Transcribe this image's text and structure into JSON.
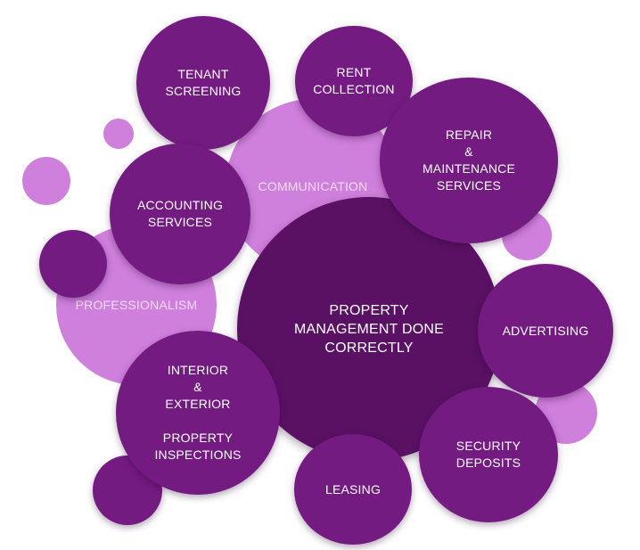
{
  "diagram": {
    "center": "PROPERTY\nMANAGEMENT DONE\nCORRECTLY",
    "communication": "COMMUNICATION",
    "professionalism": "PROFESSIONALISM",
    "tenant_screening": "TENANT SCREENING",
    "rent_collection": "RENT\nCOLLECTION",
    "repair_maintenance": "REPAIR\n&\nMAINTENANCE\nSERVICES",
    "accounting": "ACCOUNTING\nSERVICES",
    "advertising": "ADVERTISING",
    "inspections": "INTERIOR\n&\nEXTERIOR\n\nPROPERTY\nINSPECTIONS",
    "leasing": "LEASING",
    "security_deposits": "SECURITY\nDEPOSITS"
  },
  "colors": {
    "light_bubble": "#cf7fdc",
    "dark_bubble": "#731b81",
    "center_bubble": "#5a1163"
  }
}
